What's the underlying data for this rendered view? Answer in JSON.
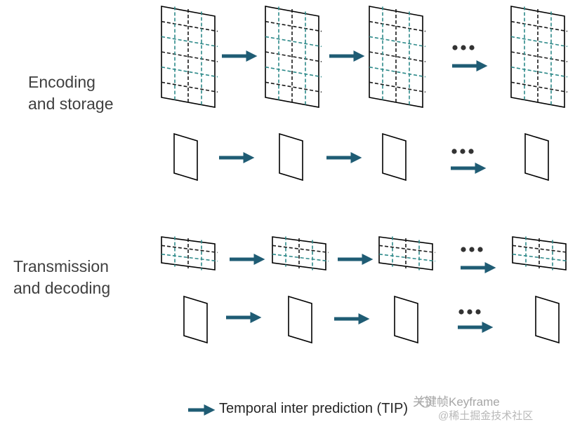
{
  "labels": {
    "encoding": [
      "Encoding",
      "and storage"
    ],
    "transmission": [
      "Transmission",
      "and decoding"
    ]
  },
  "legend": {
    "text": "Temporal inter prediction (TIP)"
  },
  "watermark": {
    "brand": "关键帧Keyframe",
    "sub": "@稀土掘金技术社区"
  },
  "colors": {
    "arrow": "#1f5c74",
    "gridDashA": "#1a1a1a",
    "gridDashB": "#2e8a8a",
    "frame": "#000000"
  },
  "icons": [
    "ellipsis-icon",
    "arrow-icon"
  ]
}
